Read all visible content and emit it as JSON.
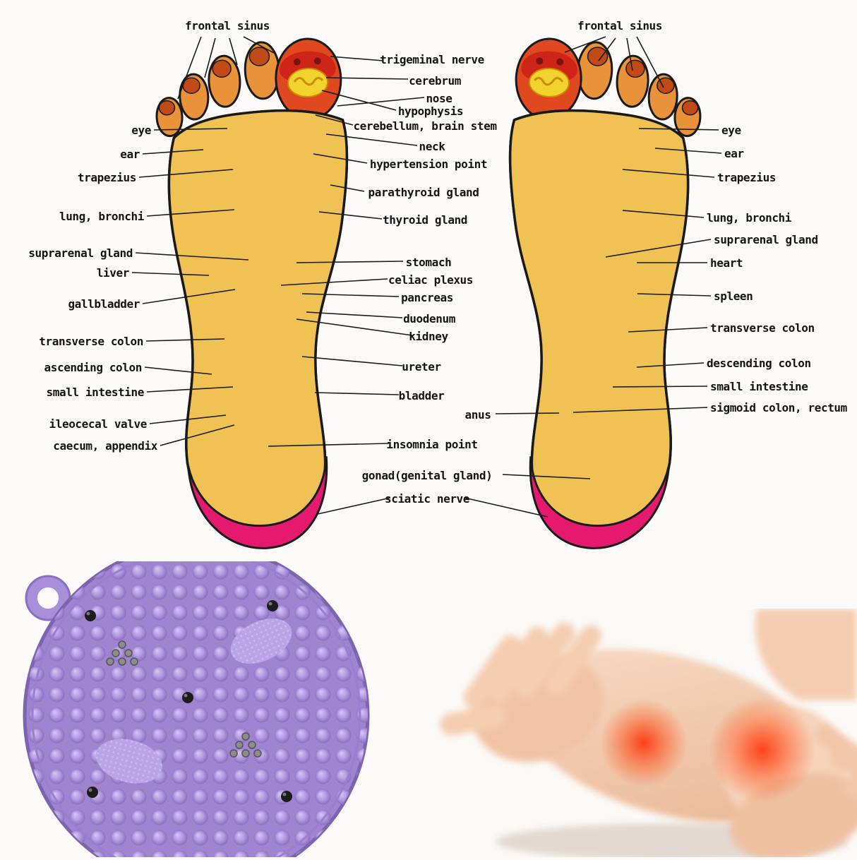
{
  "image_type": "foot reflexology chart with acupressure mat product image",
  "labels": {
    "left": [
      "frontal sinus",
      "eye",
      "ear",
      "trapezius",
      "lung, bronchi",
      "suprarenal gland",
      "liver",
      "gallbladder",
      "transverse colon",
      "ascending colon",
      "small intestine",
      "ileocecal valve",
      "caecum, appendix"
    ],
    "center": [
      "trigeminal nerve",
      "cerebrum",
      "nose",
      "hypophysis",
      "cerebellum, brain stem",
      "neck",
      "hypertension point",
      "parathyroid gland",
      "thyroid gland",
      "stomach",
      "celiac plexus",
      "pancreas",
      "duodenum",
      "kidney",
      "ureter",
      "bladder",
      "anus",
      "insomnia point",
      "gonad(genital gland)",
      "sciatic nerve"
    ],
    "right": [
      "frontal sinus",
      "eye",
      "ear",
      "trapezius",
      "lung, bronchi",
      "suprarenal gland",
      "heart",
      "spleen",
      "transverse colon",
      "descending colon",
      "small intestine",
      "sigmoid colon, rectum"
    ]
  },
  "colors": {
    "foot_base": "#f0c254",
    "toe_orange": "#e8923a",
    "zone_green": "#57b22c",
    "intestine_green": "#4aa528",
    "zone_red": "#d6301f",
    "zone_magenta": "#e3348f",
    "zone_yellow": "#f2d22e",
    "zone_blue": "#cfe9f5",
    "heel_band": "#e51a6e",
    "mat_purple": "#a98fd9",
    "pain_red": "#ff2b00",
    "label_text": "#141414"
  }
}
